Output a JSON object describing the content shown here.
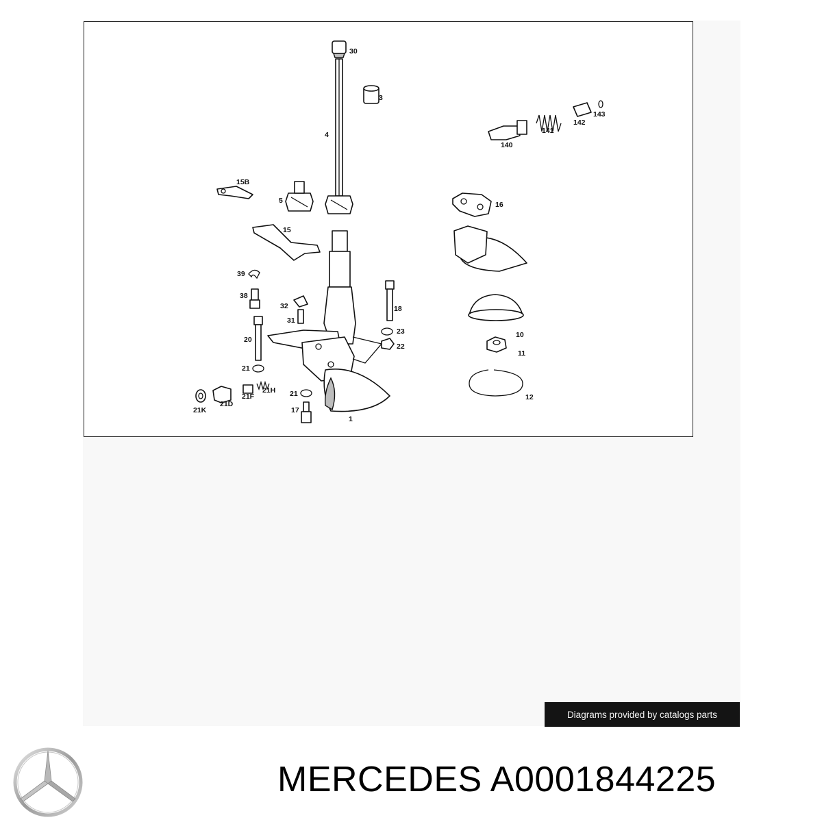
{
  "credit": "Diagrams provided by catalogs parts",
  "footer": {
    "brand": "MERCEDES",
    "part_number": "A0001844225"
  },
  "callouts": [
    {
      "id": "30",
      "label": "30"
    },
    {
      "id": "3",
      "label": "3"
    },
    {
      "id": "4",
      "label": "4"
    },
    {
      "id": "140",
      "label": "140"
    },
    {
      "id": "141",
      "label": "141"
    },
    {
      "id": "142",
      "label": "142"
    },
    {
      "id": "143",
      "label": "143"
    },
    {
      "id": "15B",
      "label": "15B"
    },
    {
      "id": "5",
      "label": "5"
    },
    {
      "id": "16",
      "label": "16"
    },
    {
      "id": "15",
      "label": "15"
    },
    {
      "id": "39",
      "label": "39"
    },
    {
      "id": "38",
      "label": "38"
    },
    {
      "id": "32",
      "label": "32"
    },
    {
      "id": "31",
      "label": "31"
    },
    {
      "id": "18",
      "label": "18"
    },
    {
      "id": "23",
      "label": "23"
    },
    {
      "id": "22",
      "label": "22"
    },
    {
      "id": "20",
      "label": "20"
    },
    {
      "id": "21a",
      "label": "21"
    },
    {
      "id": "21F",
      "label": "21F"
    },
    {
      "id": "21H",
      "label": "21H"
    },
    {
      "id": "21K",
      "label": "21K"
    },
    {
      "id": "21D",
      "label": "21D"
    },
    {
      "id": "21b",
      "label": "21"
    },
    {
      "id": "17",
      "label": "17"
    },
    {
      "id": "1",
      "label": "1"
    },
    {
      "id": "10",
      "label": "10"
    },
    {
      "id": "11",
      "label": "11"
    },
    {
      "id": "12",
      "label": "12"
    }
  ]
}
